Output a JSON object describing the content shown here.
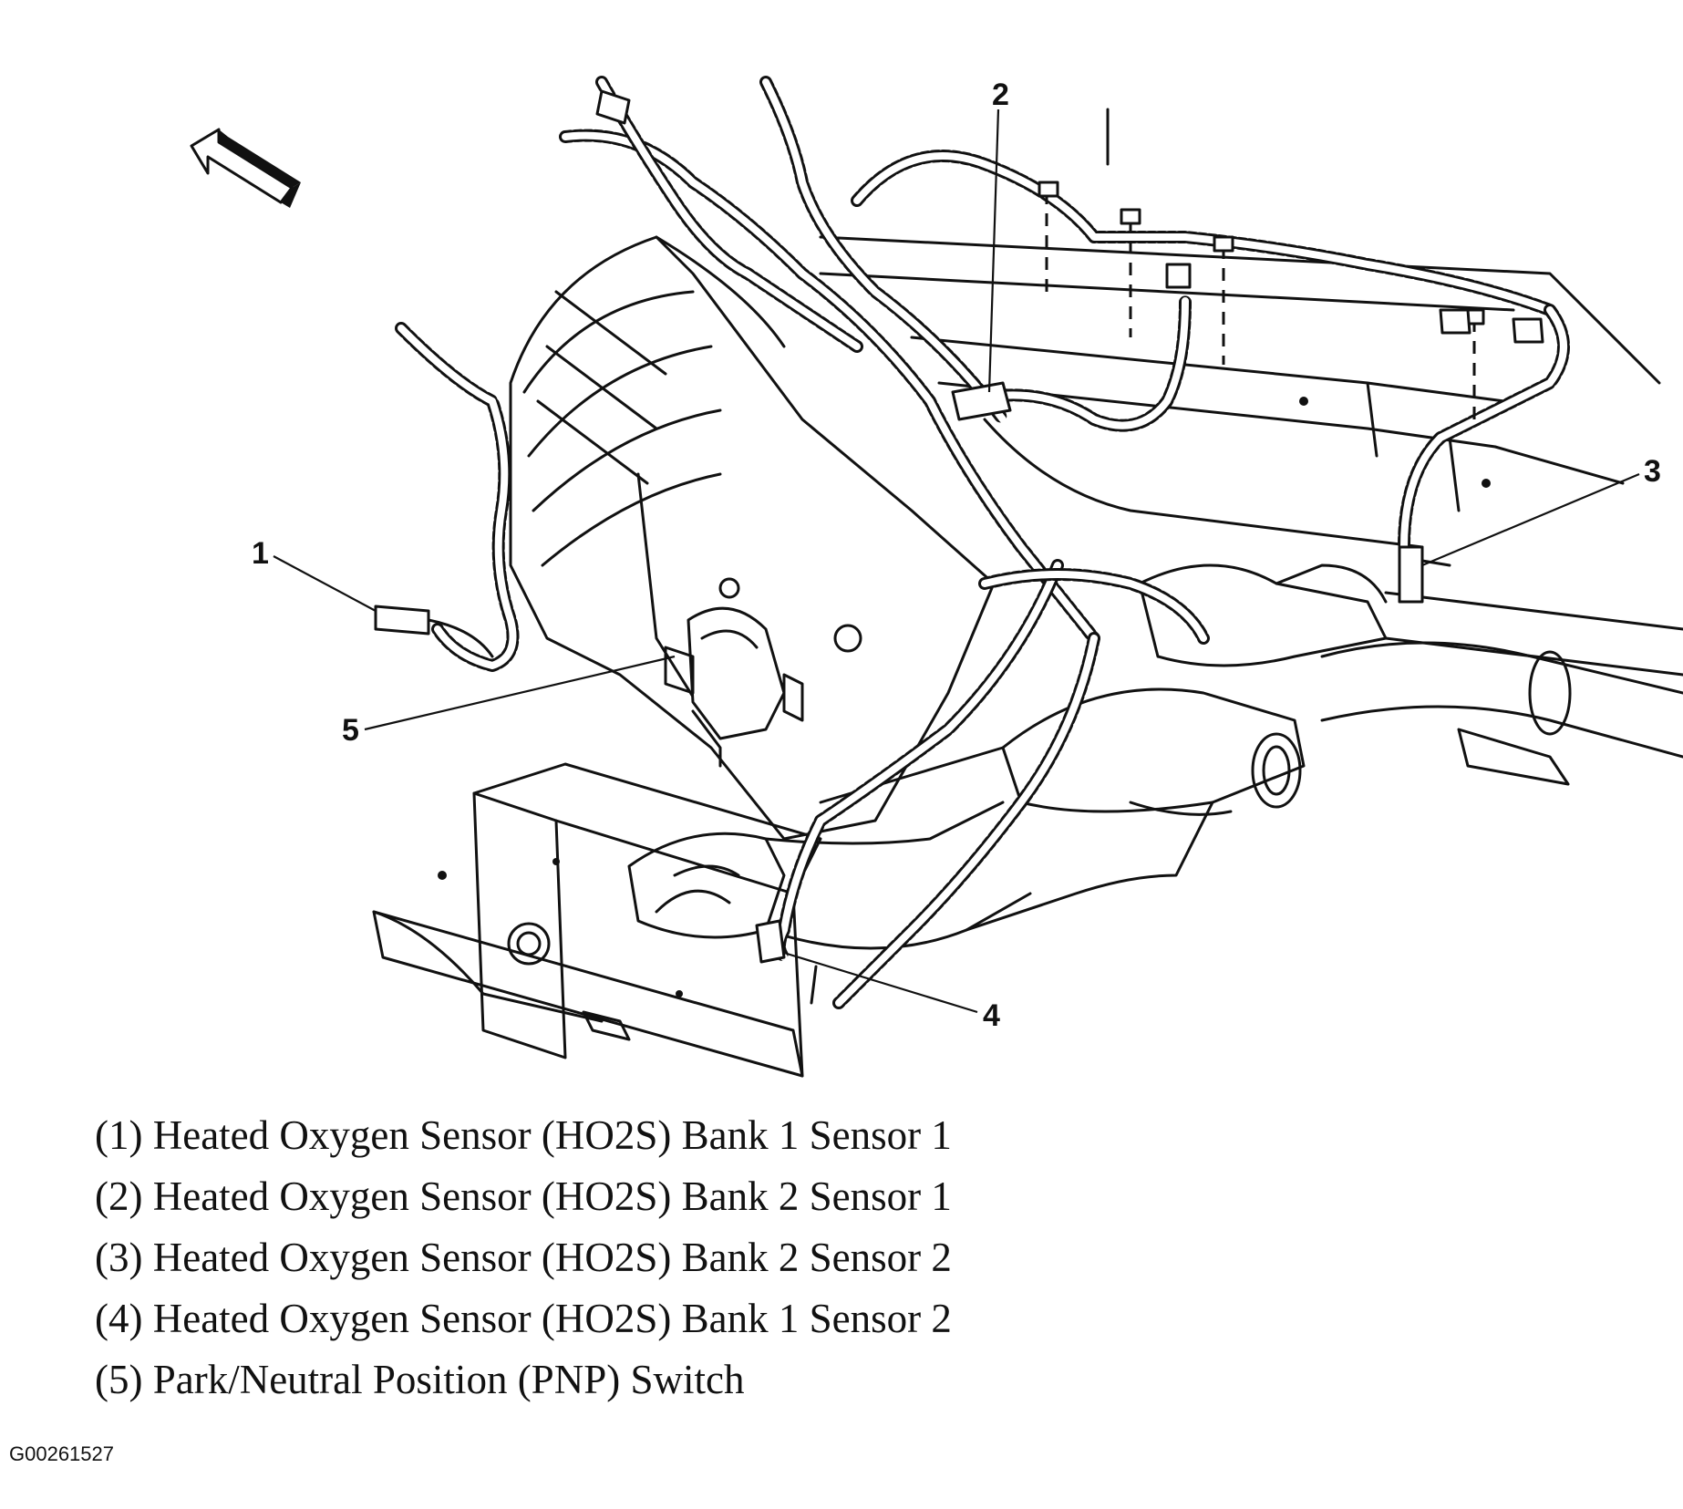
{
  "callouts": [
    {
      "number": "1"
    },
    {
      "number": "2"
    },
    {
      "number": "3"
    },
    {
      "number": "4"
    },
    {
      "number": "5"
    }
  ],
  "legend": [
    "(1) Heated Oxygen Sensor (HO2S) Bank 1 Sensor 1",
    "(2) Heated Oxygen Sensor (HO2S) Bank 2 Sensor 1",
    "(3) Heated Oxygen Sensor (HO2S) Bank 2 Sensor 2",
    "(4) Heated Oxygen Sensor (HO2S) Bank 1 Sensor 2",
    "(5) Park/Neutral Position (PNP) Switch"
  ],
  "figure_id": "G00261527",
  "icons": {
    "direction_arrow": "front-direction-arrow-icon"
  }
}
